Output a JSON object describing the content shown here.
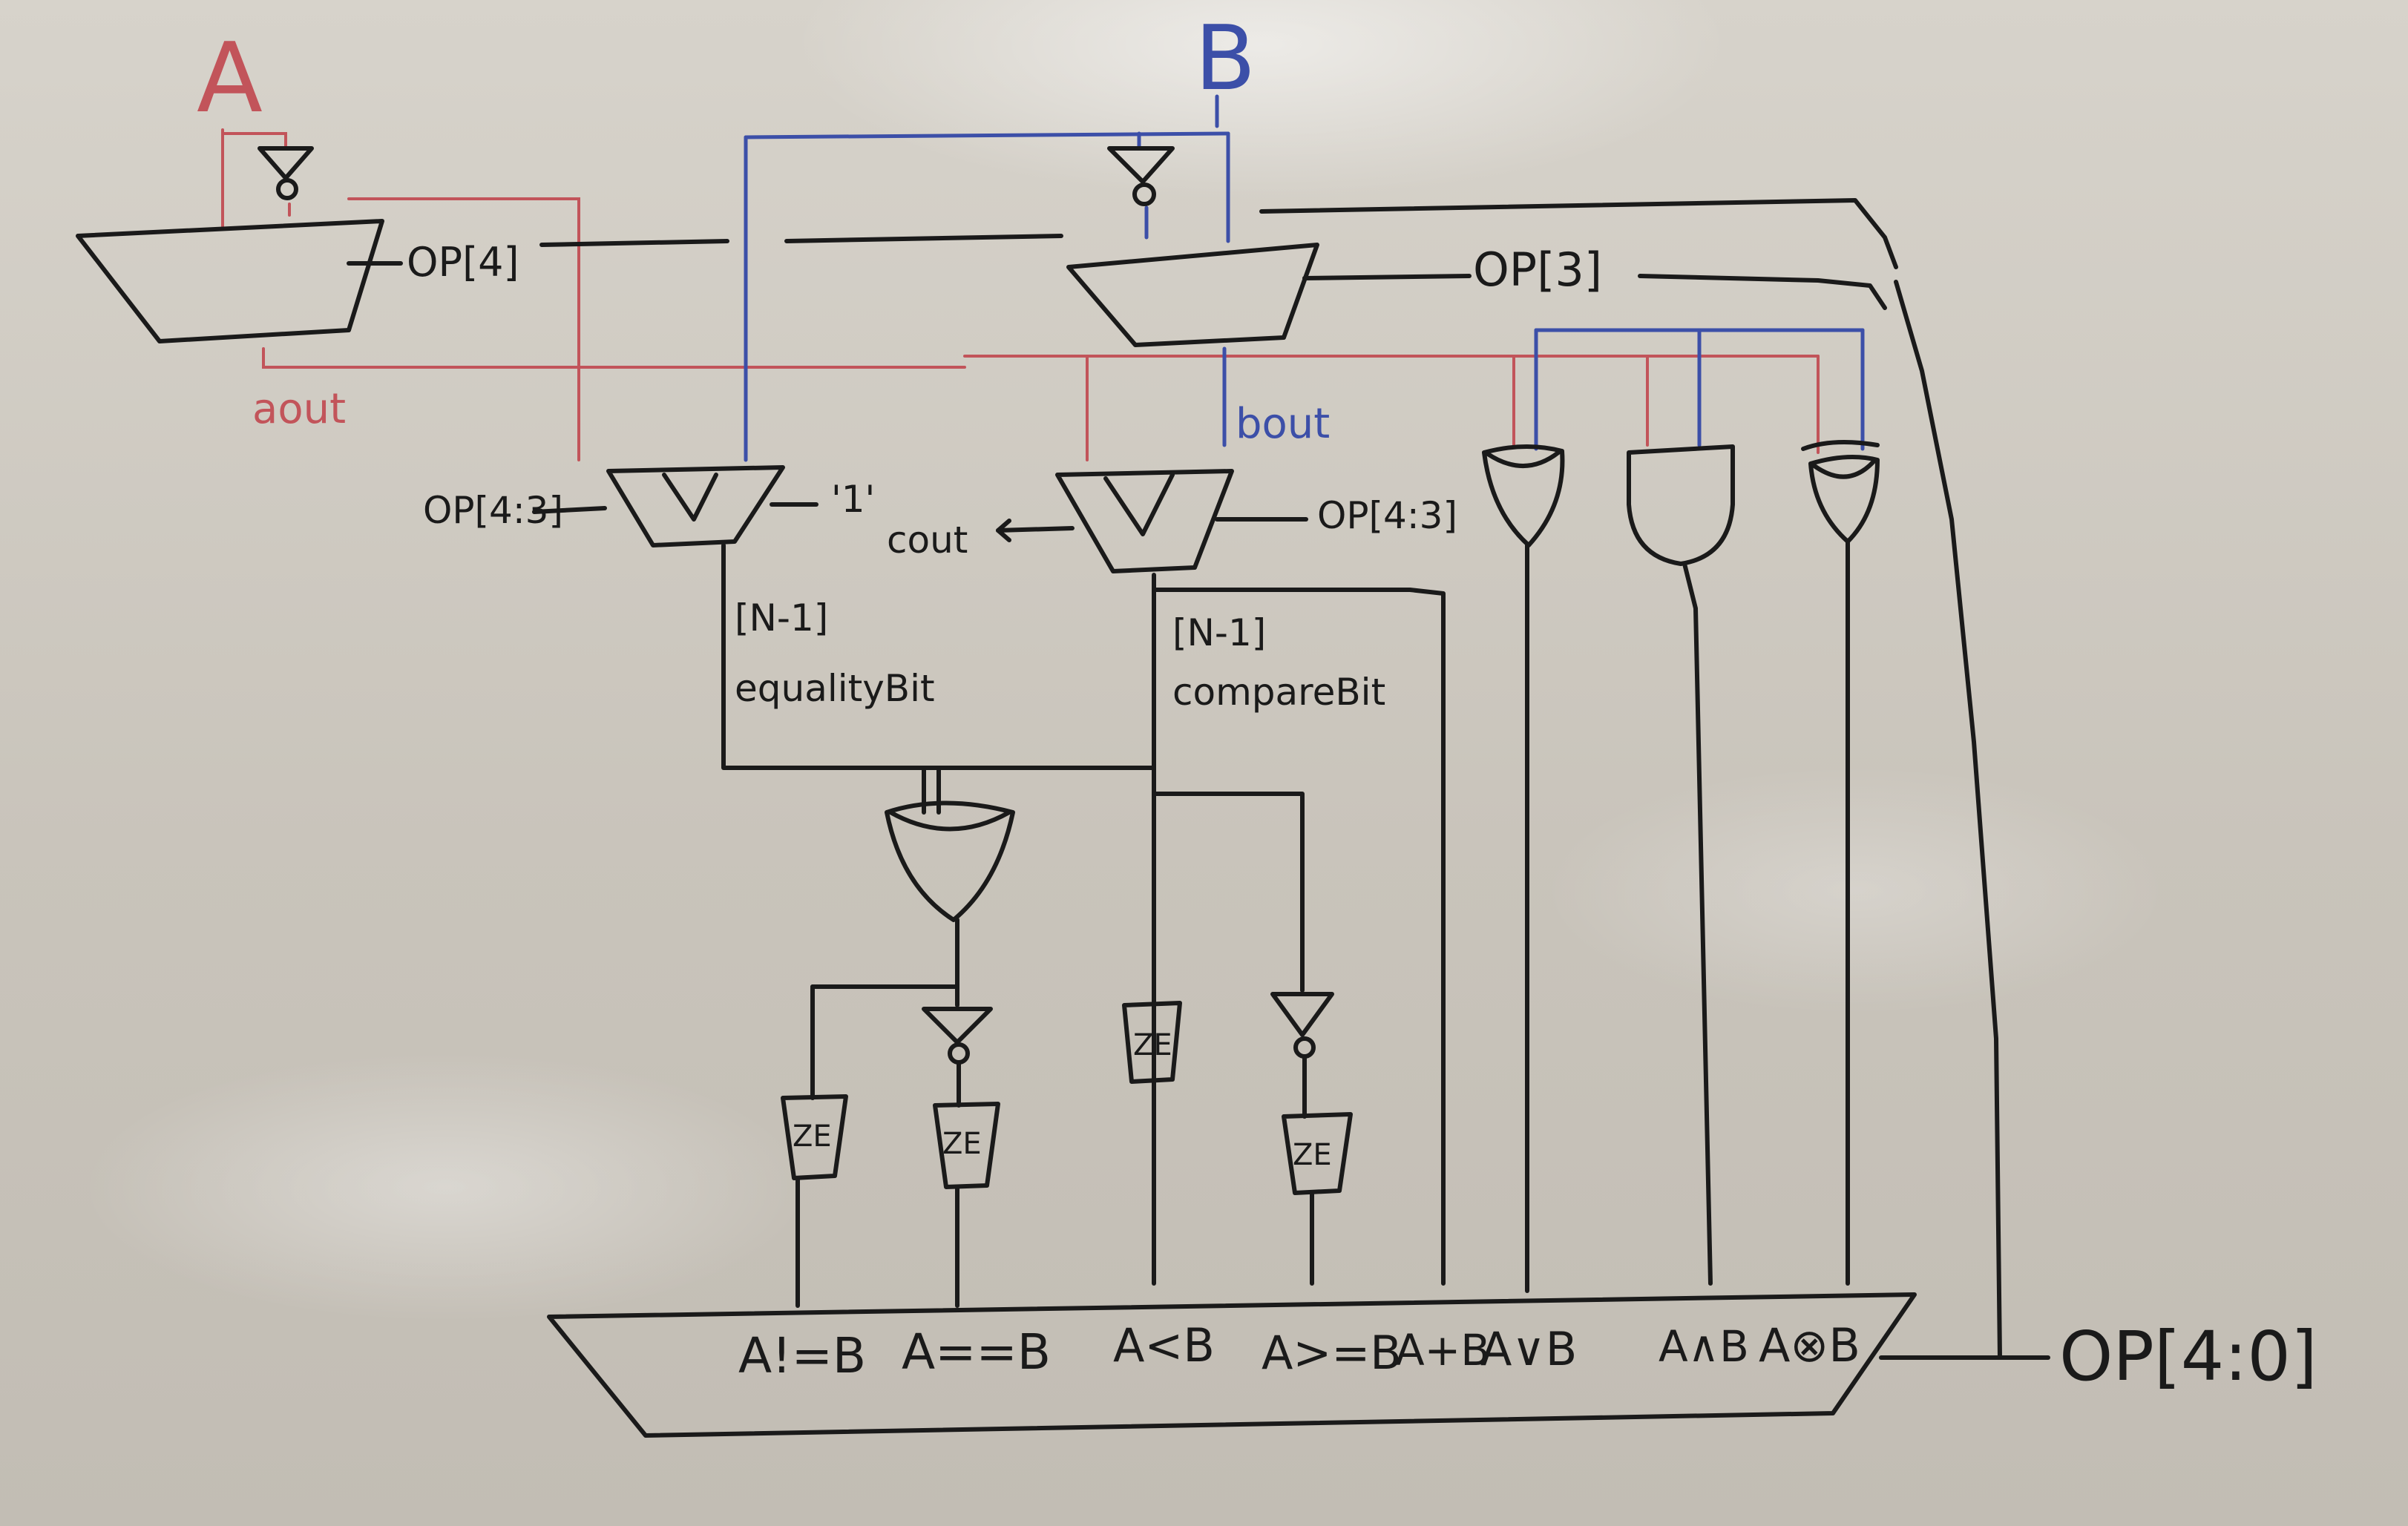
{
  "inputs": {
    "a": "A",
    "b": "B"
  },
  "signals": {
    "op4": "OP[4]",
    "op3": "OP[3]",
    "op43_left": "OP[4:3]",
    "op43_right": "OP[4:3]",
    "one": "'1'",
    "aout": "aout",
    "bout": "bout",
    "cout": "cout",
    "op40": "OP[4:0]"
  },
  "adder_labels": {
    "eq_index": "[N-1]",
    "eq_name": "equalityBit",
    "cmp_index": "[N-1]",
    "cmp_name": "compareBit"
  },
  "ze_label": "ZE",
  "mux_inputs": [
    "A!=B",
    "A==B",
    "A<B",
    "A>=B",
    "A+B",
    "A∨B",
    "A∧B",
    "A⊗B"
  ],
  "colors": {
    "a_path": "#c2545a",
    "b_path": "#3c4fa8",
    "ink": "#1a1a1a"
  }
}
